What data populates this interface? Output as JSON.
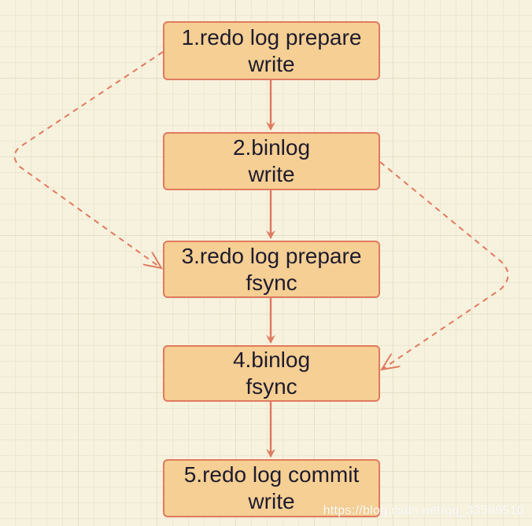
{
  "diagram": {
    "steps": [
      {
        "line1": "1.redo log prepare",
        "line2": "write"
      },
      {
        "line1": "2.binlog",
        "line2": "write"
      },
      {
        "line1": "3.redo log prepare",
        "line2": "fsync"
      },
      {
        "line1": "4.binlog",
        "line2": "fsync"
      },
      {
        "line1": "5.redo log commit",
        "line2": "write"
      }
    ],
    "flow": [
      {
        "from": 1,
        "to": 2,
        "style": "solid"
      },
      {
        "from": 2,
        "to": 3,
        "style": "solid"
      },
      {
        "from": 3,
        "to": 4,
        "style": "solid"
      },
      {
        "from": 4,
        "to": 5,
        "style": "solid"
      },
      {
        "from": 1,
        "to": 3,
        "style": "dashed"
      },
      {
        "from": 2,
        "to": 4,
        "style": "dashed"
      }
    ]
  },
  "colors": {
    "background": "#f7f2de",
    "box_fill": "#f5cf93",
    "box_border": "#e07a5f",
    "arrow": "#e07a5f",
    "text": "#1e1b2e"
  },
  "watermark": "https://blog.csdn.net/qq_33589510"
}
